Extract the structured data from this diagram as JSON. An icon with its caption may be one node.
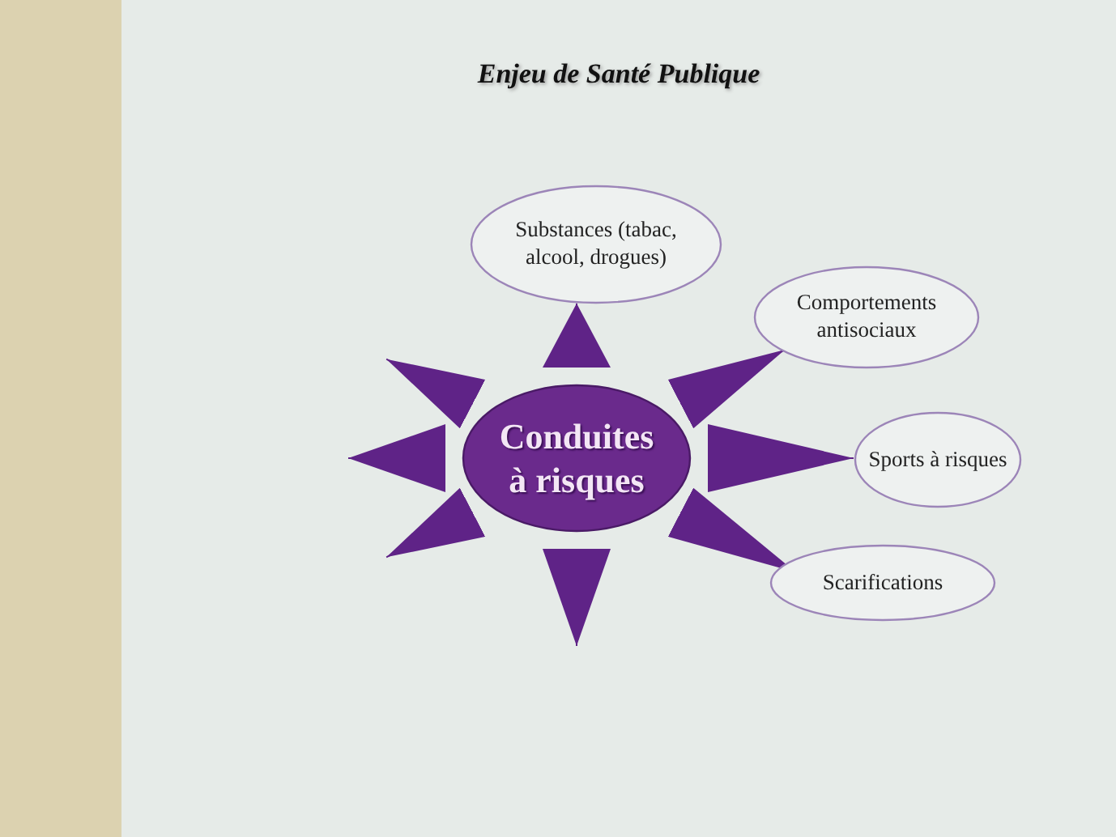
{
  "diagram": {
    "title": "Enjeu de Santé Publique",
    "nodes": [
      {
        "text": [
          "Conduites à risques"
        ]
      },
      {
        "text": [
          "Substances (tabac, alcool, drogues)"
        ]
      },
      {
        "text": [
          "Comportements antisociaux"
        ]
      },
      {
        "text": [
          "Sports à risques"
        ]
      },
      {
        "text": [
          "Scarifications"
        ]
      }
    ],
    "edges": [
      {
        "from": 0,
        "to": 1,
        "arrow": "to"
      },
      {
        "from": 0,
        "to": 2,
        "arrow": "to"
      },
      {
        "from": 0,
        "to": 3,
        "arrow": "to"
      },
      {
        "from": 0,
        "to": 4,
        "arrow": "to"
      },
      {
        "from": 0,
        "to": null,
        "arrow": "to"
      },
      {
        "from": 0,
        "to": null,
        "arrow": "to"
      },
      {
        "from": 0,
        "to": null,
        "arrow": "to"
      },
      {
        "from": 0,
        "to": null,
        "arrow": "to"
      }
    ]
  }
}
